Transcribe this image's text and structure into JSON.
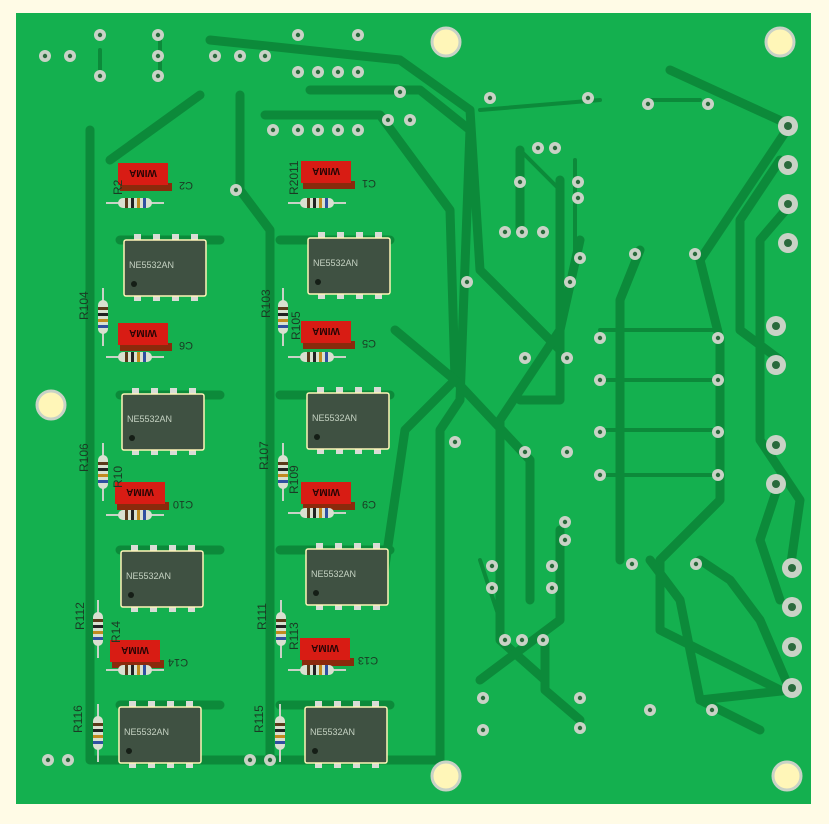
{
  "colors": {
    "background": "#fffbe6",
    "board": "#14b04f",
    "trace": "#0c8a3a",
    "pad": "#c9d2c6",
    "pad_hole": "#2a6a3c",
    "mount_hole": "#fff6b8",
    "ic_body": "#3f5142",
    "ic_pin": "#d9dcd6",
    "cap_body": "#d81c14",
    "cap_base": "#8a2a0c",
    "resistor_body": "#d9e0d0",
    "silk": "#1b3a24"
  },
  "chips": [
    {
      "label": "NE5532AN"
    },
    {
      "label": "NE5532AN"
    },
    {
      "label": "NE5532AN"
    },
    {
      "label": "NE5532AN"
    },
    {
      "label": "NE5532AN"
    },
    {
      "label": "NE5532AN"
    },
    {
      "label": "NE5532AN"
    },
    {
      "label": "NE5532AN"
    }
  ],
  "capacitors": [
    {
      "marking": "WIMA",
      "ref": "C2"
    },
    {
      "marking": "WIMA",
      "ref": "C1"
    },
    {
      "marking": "WIMA",
      "ref": "C6"
    },
    {
      "marking": "WIMA",
      "ref": "C5"
    },
    {
      "marking": "WIMA",
      "ref": "C10"
    },
    {
      "marking": "WIMA",
      "ref": "C9"
    },
    {
      "marking": "WIMA",
      "ref": "C14"
    },
    {
      "marking": "WIMA",
      "ref": "C13"
    }
  ],
  "resistor_labels": [
    "R2",
    "R2011",
    "R104",
    "R103",
    "R105",
    "R106",
    "R107",
    "R10",
    "R109",
    "R112",
    "R111",
    "R14",
    "R113",
    "R116",
    "R115"
  ]
}
